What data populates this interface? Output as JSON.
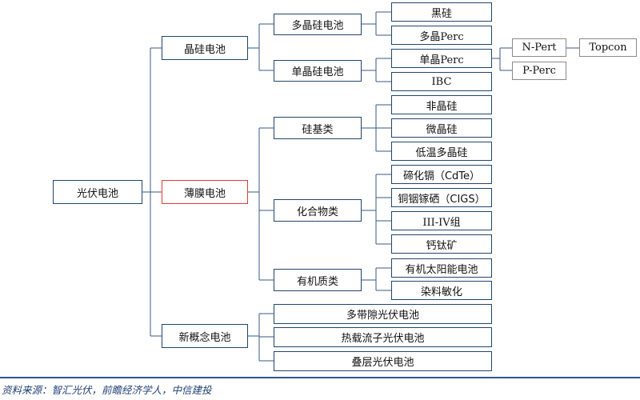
{
  "root": "光伏电池",
  "level1": {
    "crystalline": "晶硅电池",
    "thin_film": "薄膜电池",
    "new_concept": "新概念电池"
  },
  "level2": {
    "multi_si": "多晶硅电池",
    "mono_si": "单晶硅电池",
    "si_based": "硅基类",
    "compound": "化合物类",
    "organic": "有机质类",
    "multi_bandgap": "多带隙光伏电池",
    "hot_carrier": "热载流子光伏电池",
    "stacked": "叠层光伏电池"
  },
  "level3": {
    "black_si": "黑硅",
    "multi_perc": "多晶Perc",
    "mono_perc": "单晶Perc",
    "ibc": "IBC",
    "amorphous_si": "非晶硅",
    "micro_si": "微晶硅",
    "lowtemp_poly_si": "低温多晶硅",
    "cdte": "碲化镉（CdTe）",
    "cigs": "铜铟镓硒（CIGS）",
    "iii_v": "III-IV组",
    "perovskite": "钙钛矿",
    "organic_solar": "有机太阳能电池",
    "dye_sensitized": "染料敏化"
  },
  "level4": {
    "n_pert": "N-Pert",
    "p_perc": "P-Perc",
    "topcon": "Topcon"
  },
  "source": "资料来源：智汇光伏，前瞻经济学人，中信建投",
  "colors": {
    "box_border": "#22466e",
    "highlight_border": "#e23b3b",
    "gray_border": "#8a8a8a",
    "connector": "#3a5a85",
    "rule": "#2f5597"
  }
}
